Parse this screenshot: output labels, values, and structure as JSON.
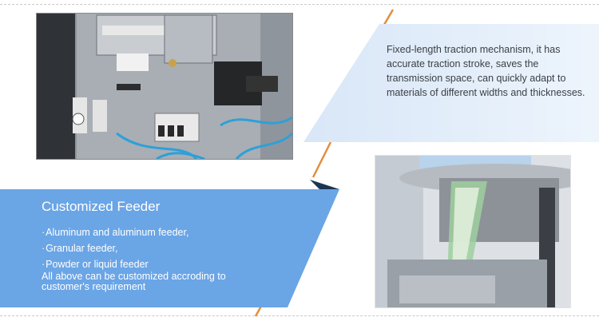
{
  "traction": {
    "description": "Fixed-length traction mechanism, it has accurate traction stroke, saves the transmission space, can quickly adapt to materials of different widths and thicknesses."
  },
  "feeder": {
    "title": "Customized Feeder",
    "items": [
      {
        "bullet": "·",
        "label": "Aluminum and aluminum feeder,"
      },
      {
        "bullet": "·",
        "label": "Granular feeder,"
      },
      {
        "bullet": "·",
        "label": "Powder or liquid feeder"
      }
    ],
    "note": "All above can be customized accroding to customer's requirement"
  },
  "colors": {
    "accent_orange": "#e28f3c",
    "blue_panel": "#6aa5e6",
    "pale_blue_panel": "#e3eefb",
    "dark_navy": "#1c3553"
  }
}
